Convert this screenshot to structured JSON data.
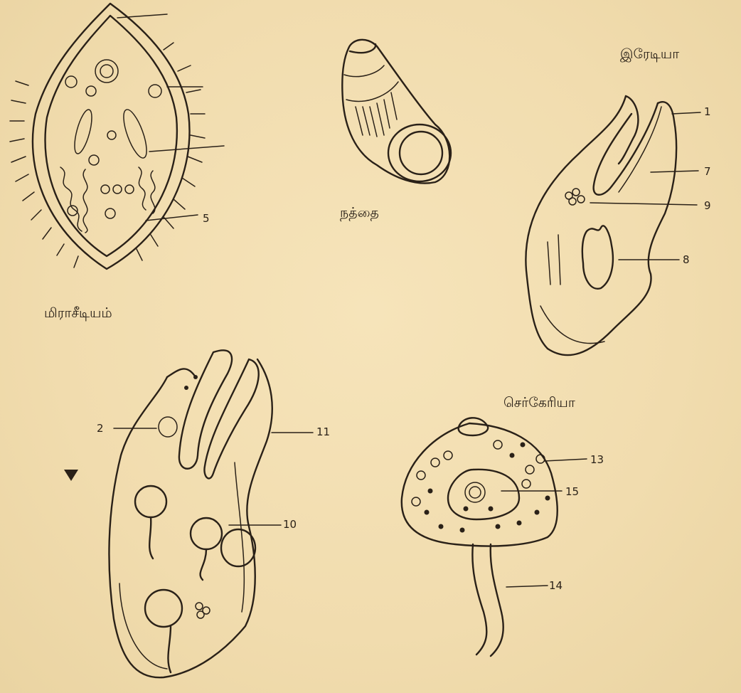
{
  "figure": {
    "captions": {
      "miracidium": "மிராசீடியம்",
      "snail": "நத்தை",
      "redia": "இரேடியா",
      "cercaria": "செர்கேரியா"
    },
    "labels": {
      "miracidium": [
        "5"
      ],
      "redia_small": [
        "1",
        "7",
        "9",
        "8"
      ],
      "redia_large": [
        "2",
        "11",
        "10"
      ],
      "cercaria": [
        "13",
        "15",
        "14"
      ]
    },
    "colors": {
      "paper": "#f3dfb1",
      "ink": "#2a2118"
    }
  }
}
